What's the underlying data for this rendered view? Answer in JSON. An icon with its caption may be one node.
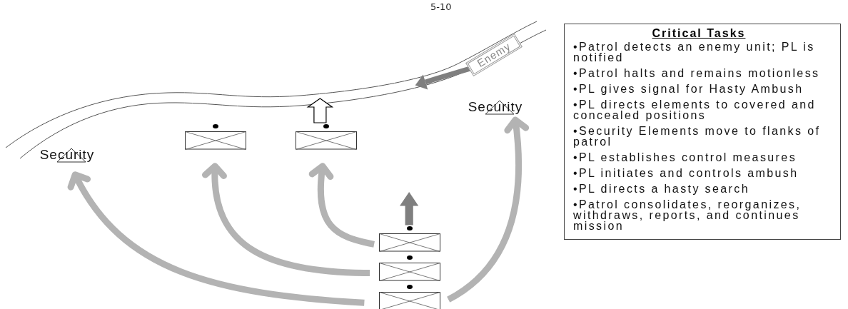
{
  "diagram": {
    "nodes": [
      {
        "text": [
          "Security"
        ]
      },
      {
        "text": [],
        "shape": "box"
      },
      {
        "text": [],
        "shape": "box"
      },
      {
        "text": [
          "Security"
        ]
      },
      {
        "text": [
          "Enemy"
        ]
      },
      {
        "text": [],
        "shape": "box"
      },
      {
        "text": [],
        "shape": "box"
      },
      {
        "text": [],
        "shape": "box"
      },
      {
        "text": [
          "Critical Tasks",
          "•Patrol detects an enemy unit; PL is notified",
          "•Patrol halts and remains motionless",
          "•PL gives signal for Hasty Ambush",
          "•PL directs elements to covered and concealed positions",
          "•Security Elements move to flanks of patrol",
          "•PL establishes control measures",
          "•PL initiates and controls ambush",
          "•PL directs a hasty search",
          "•Patrol consolidates, reorganizes, withdraws, reports, and continues mission"
        ]
      }
    ],
    "edges": [
      {
        "from": 4,
        "to": null,
        "arrow": "to",
        "color": "#7f7f7f"
      },
      {
        "from": 2,
        "to": null,
        "arrow": "to",
        "color": "#000000"
      },
      {
        "from": 5,
        "to": null,
        "arrow": "to",
        "color": "#7f7f7f"
      },
      {
        "from": 5,
        "to": 2,
        "arrow": "to"
      },
      {
        "from": 6,
        "to": 1,
        "arrow": "to"
      },
      {
        "from": 7,
        "to": 0,
        "arrow": "to"
      },
      {
        "from": 7,
        "to": 3,
        "arrow": "to"
      }
    ],
    "labels": [
      "5-10"
    ]
  }
}
